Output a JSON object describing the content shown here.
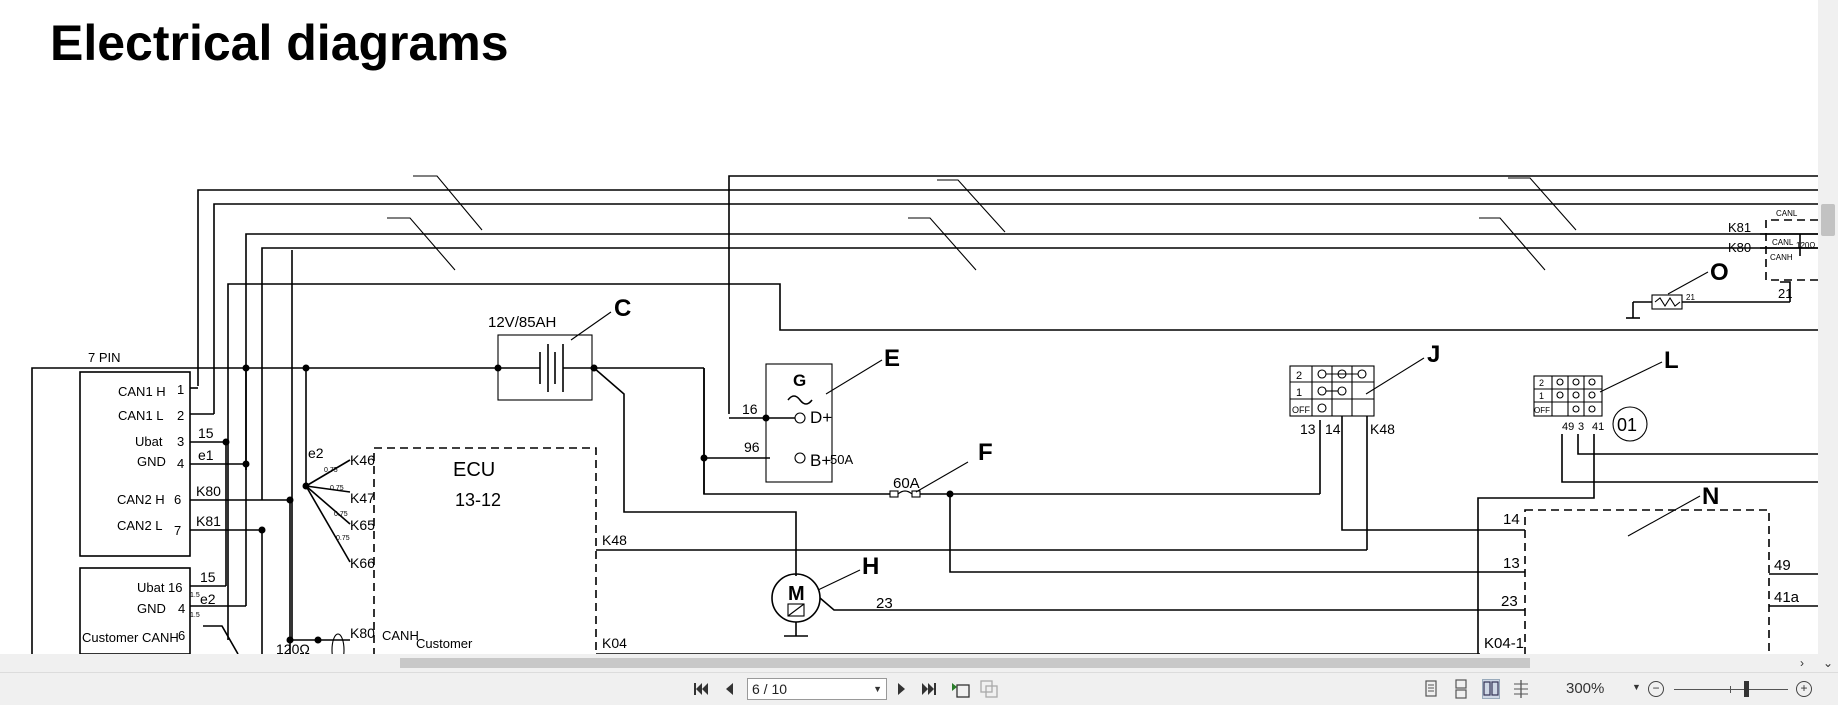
{
  "document": {
    "title": "Electrical diagrams"
  },
  "diagram": {
    "connector_label": "7 PIN",
    "pins": [
      "CAN1 H",
      "CAN1 L",
      "Ubat",
      "GND",
      "CAN2 H",
      "CAN2 L"
    ],
    "pin_numbers": [
      "1",
      "2",
      "3",
      "4",
      "6",
      "7"
    ],
    "lower_pins": [
      "Ubat",
      "GND",
      "Customer CANH"
    ],
    "lower_pin_numbers": [
      "16",
      "4",
      "6"
    ],
    "battery": "12V/85AH",
    "ecu_title": "ECU",
    "ecu_code": "13-12",
    "fuse": "60A",
    "generator": "G",
    "gen_d": "D+",
    "gen_b": "B+",
    "gen_rating": "50A",
    "motor": "M",
    "resistor": "120Ω",
    "callouts": [
      "C",
      "E",
      "F",
      "H",
      "J",
      "L",
      "N",
      "O"
    ],
    "circle_label": "01",
    "wire_labels": {
      "w15": "15",
      "we1": "e1",
      "wk80": "K80",
      "wk81": "K81",
      "we2": "e2",
      "wk46": "K46",
      "wk47": "K47",
      "wk65": "K65",
      "wk66": "K66",
      "wk48": "K48",
      "wk04": "K04",
      "w16": "16",
      "w96": "96",
      "w23": "23",
      "w13": "13",
      "w14": "14",
      "wk48b": "K48",
      "w49": "49",
      "w3": "3",
      "w41": "41",
      "n14": "14",
      "n13": "13",
      "n23": "23",
      "nk04": "K04-1",
      "r49": "49",
      "r41a": "41a",
      "rk81": "K81",
      "rk80": "K80",
      "r21": "21",
      "gauge": "0.75",
      "gauge_small": "1.5",
      "canh": "CANH",
      "customer": "Customer",
      "off": "OFF",
      "sw1": "1",
      "sw2": "2",
      "canl": "CANL",
      "canh_r": "CANH",
      "can_l_top": "CANL"
    }
  },
  "viewer": {
    "page_value": "6 / 10",
    "zoom": "300%",
    "zoom_fraction": 0.63
  }
}
